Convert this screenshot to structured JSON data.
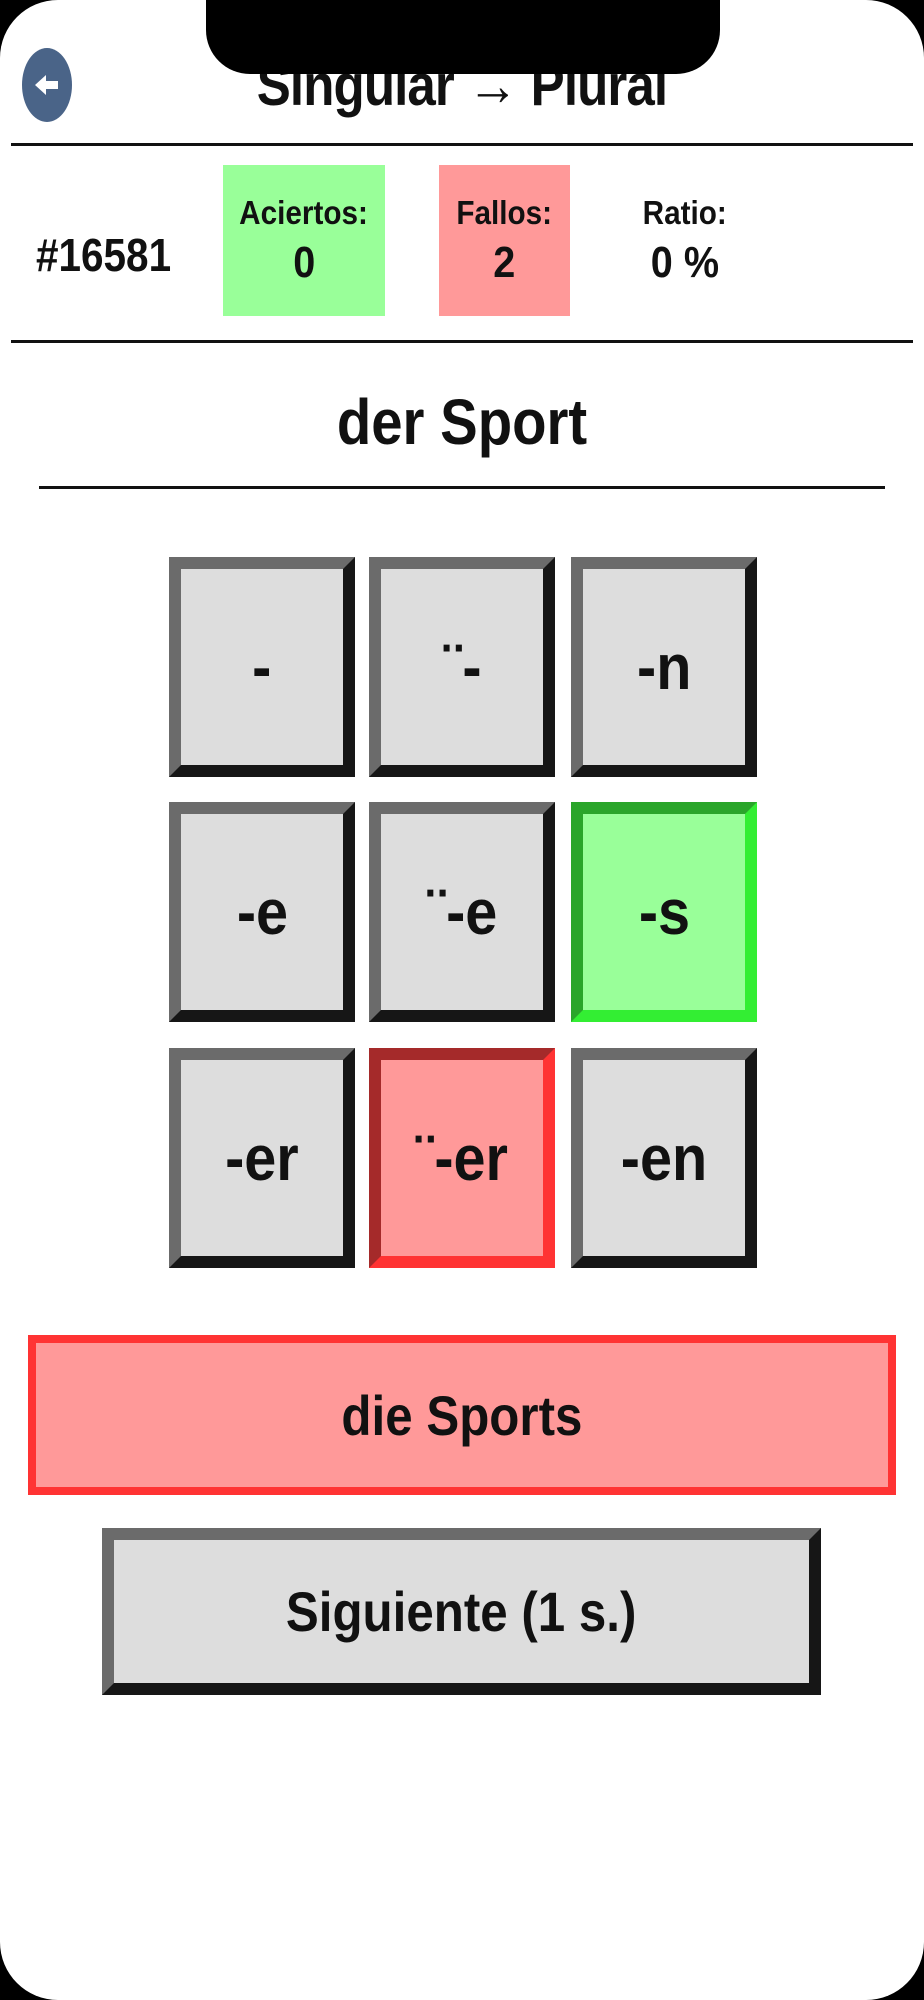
{
  "header": {
    "title": "Singular → Plural",
    "back_icon": "arrow-left-icon",
    "back_color": "#4a6488"
  },
  "stats": {
    "quiz_id": "#16581",
    "aciertos_label": "Aciertos:",
    "aciertos_value": "0",
    "fallos_label": "Fallos:",
    "fallos_value": "2",
    "ratio_label": "Ratio:",
    "ratio_value": "0 %"
  },
  "word": "der Sport",
  "options": [
    {
      "label": "-",
      "state": "normal"
    },
    {
      "label": "¨-",
      "state": "normal"
    },
    {
      "label": "-n",
      "state": "normal"
    },
    {
      "label": "-e",
      "state": "normal"
    },
    {
      "label": "¨-e",
      "state": "normal"
    },
    {
      "label": "-s",
      "state": "correct"
    },
    {
      "label": "-er",
      "state": "normal"
    },
    {
      "label": "¨-er",
      "state": "wrong"
    },
    {
      "label": "-en",
      "state": "normal"
    }
  ],
  "answer": "die Sports",
  "next_button": "Siguiente (1 s.)",
  "colors": {
    "correct": "#99ff99",
    "wrong": "#ff9999",
    "neutral": "#dddddd"
  }
}
